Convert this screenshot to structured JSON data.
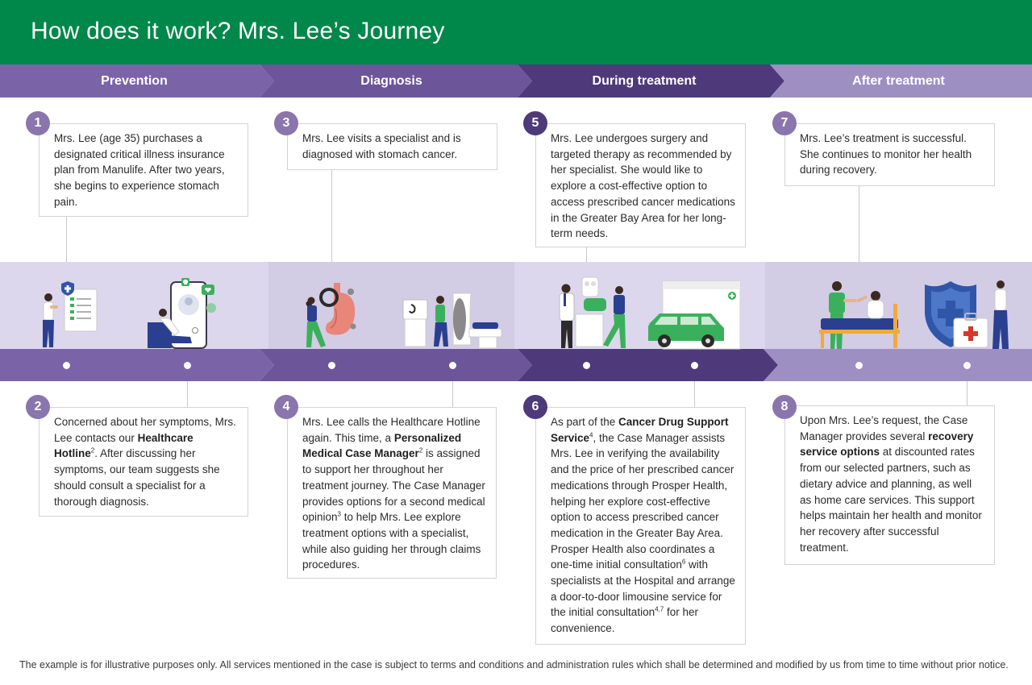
{
  "header": {
    "title": "How does it work? Mrs. Lee’s Journey"
  },
  "phases": [
    {
      "label": "Prevention",
      "color": "#7b63a8"
    },
    {
      "label": "Diagnosis",
      "color": "#6d5599"
    },
    {
      "label": "During treatment",
      "color": "#4e3a7a"
    },
    {
      "label": "After treatment",
      "color": "#9d8fc2"
    }
  ],
  "steps": [
    {
      "number": "1",
      "text": "Mrs. Lee (age 35) purchases a designated critical illness insurance plan from Manulife. After two years, she begins to experience stomach pain."
    },
    {
      "number": "2",
      "t1": "Concerned about her symptoms, Mrs. Lee contacts our ",
      "bold1": "Healthcare Hotline",
      "sup1": "2",
      "t2": ". After discussing her symptoms, our team suggests she should consult a specialist for a thorough diagnosis."
    },
    {
      "number": "3",
      "text": "Mrs. Lee visits a specialist and is diagnosed with stomach cancer."
    },
    {
      "number": "4",
      "t1": "Mrs. Lee calls the Healthcare Hotline again. This time, a ",
      "bold1": "Personalized Medical Case Manager",
      "sup1": "2",
      "t2": " is assigned to support her throughout her treatment journey. The Case Manager provides options for a second medical opinion",
      "sup2": "3",
      "t3": " to help Mrs. Lee explore treatment options with a specialist, while also guiding her through claims procedures."
    },
    {
      "number": "5",
      "text": "Mrs. Lee undergoes surgery and targeted therapy as recommended by her specialist. She would like to explore a cost-effective option to access prescribed cancer medications in the Greater Bay Area for her long-term needs."
    },
    {
      "number": "6",
      "t1": "As part of the ",
      "bold1": "Cancer Drug Support Service",
      "sup1": "4",
      "t2": ", the Case Manager assists Mrs. Lee in verifying the availability and the price of her prescribed cancer medications through Prosper Health, helping her explore cost-effective option to access prescribed cancer medication in the Greater Bay Area. Prosper Health also coordinates a one-time initial consultation",
      "sup2": "6",
      "t3": " with specialists at the Hospital and arrange a door-to-door limousine service for the initial consultation",
      "sup3": "4,7",
      "t4": " for her convenience."
    },
    {
      "number": "7",
      "text": "Mrs. Lee’s treatment is successful. She continues to monitor her health during recovery."
    },
    {
      "number": "8",
      "t1": "Upon Mrs. Lee’s request, the Case Manager provides several ",
      "bold1": "recovery service options",
      "t2": " at discounted rates from our selected partners, such as dietary advice and planning, as well as home care services. This support helps maintain her health and monitor her recovery after successful treatment."
    }
  ],
  "illustrations": [
    {
      "icon": "insurance-document-icon"
    },
    {
      "icon": "phone-consultation-icon"
    },
    {
      "icon": "stomach-examination-icon"
    },
    {
      "icon": "ct-scanner-icon"
    },
    {
      "icon": "doctor-consultation-icon"
    },
    {
      "icon": "limousine-van-icon"
    },
    {
      "icon": "hospital-bed-recovery-icon"
    },
    {
      "icon": "health-shield-icon"
    }
  ],
  "footnote": "The example is for illustrative purposes only. All services mentioned in the case is subject to terms and conditions and administration rules which shall be determined and modified by us from time to time without prior notice."
}
